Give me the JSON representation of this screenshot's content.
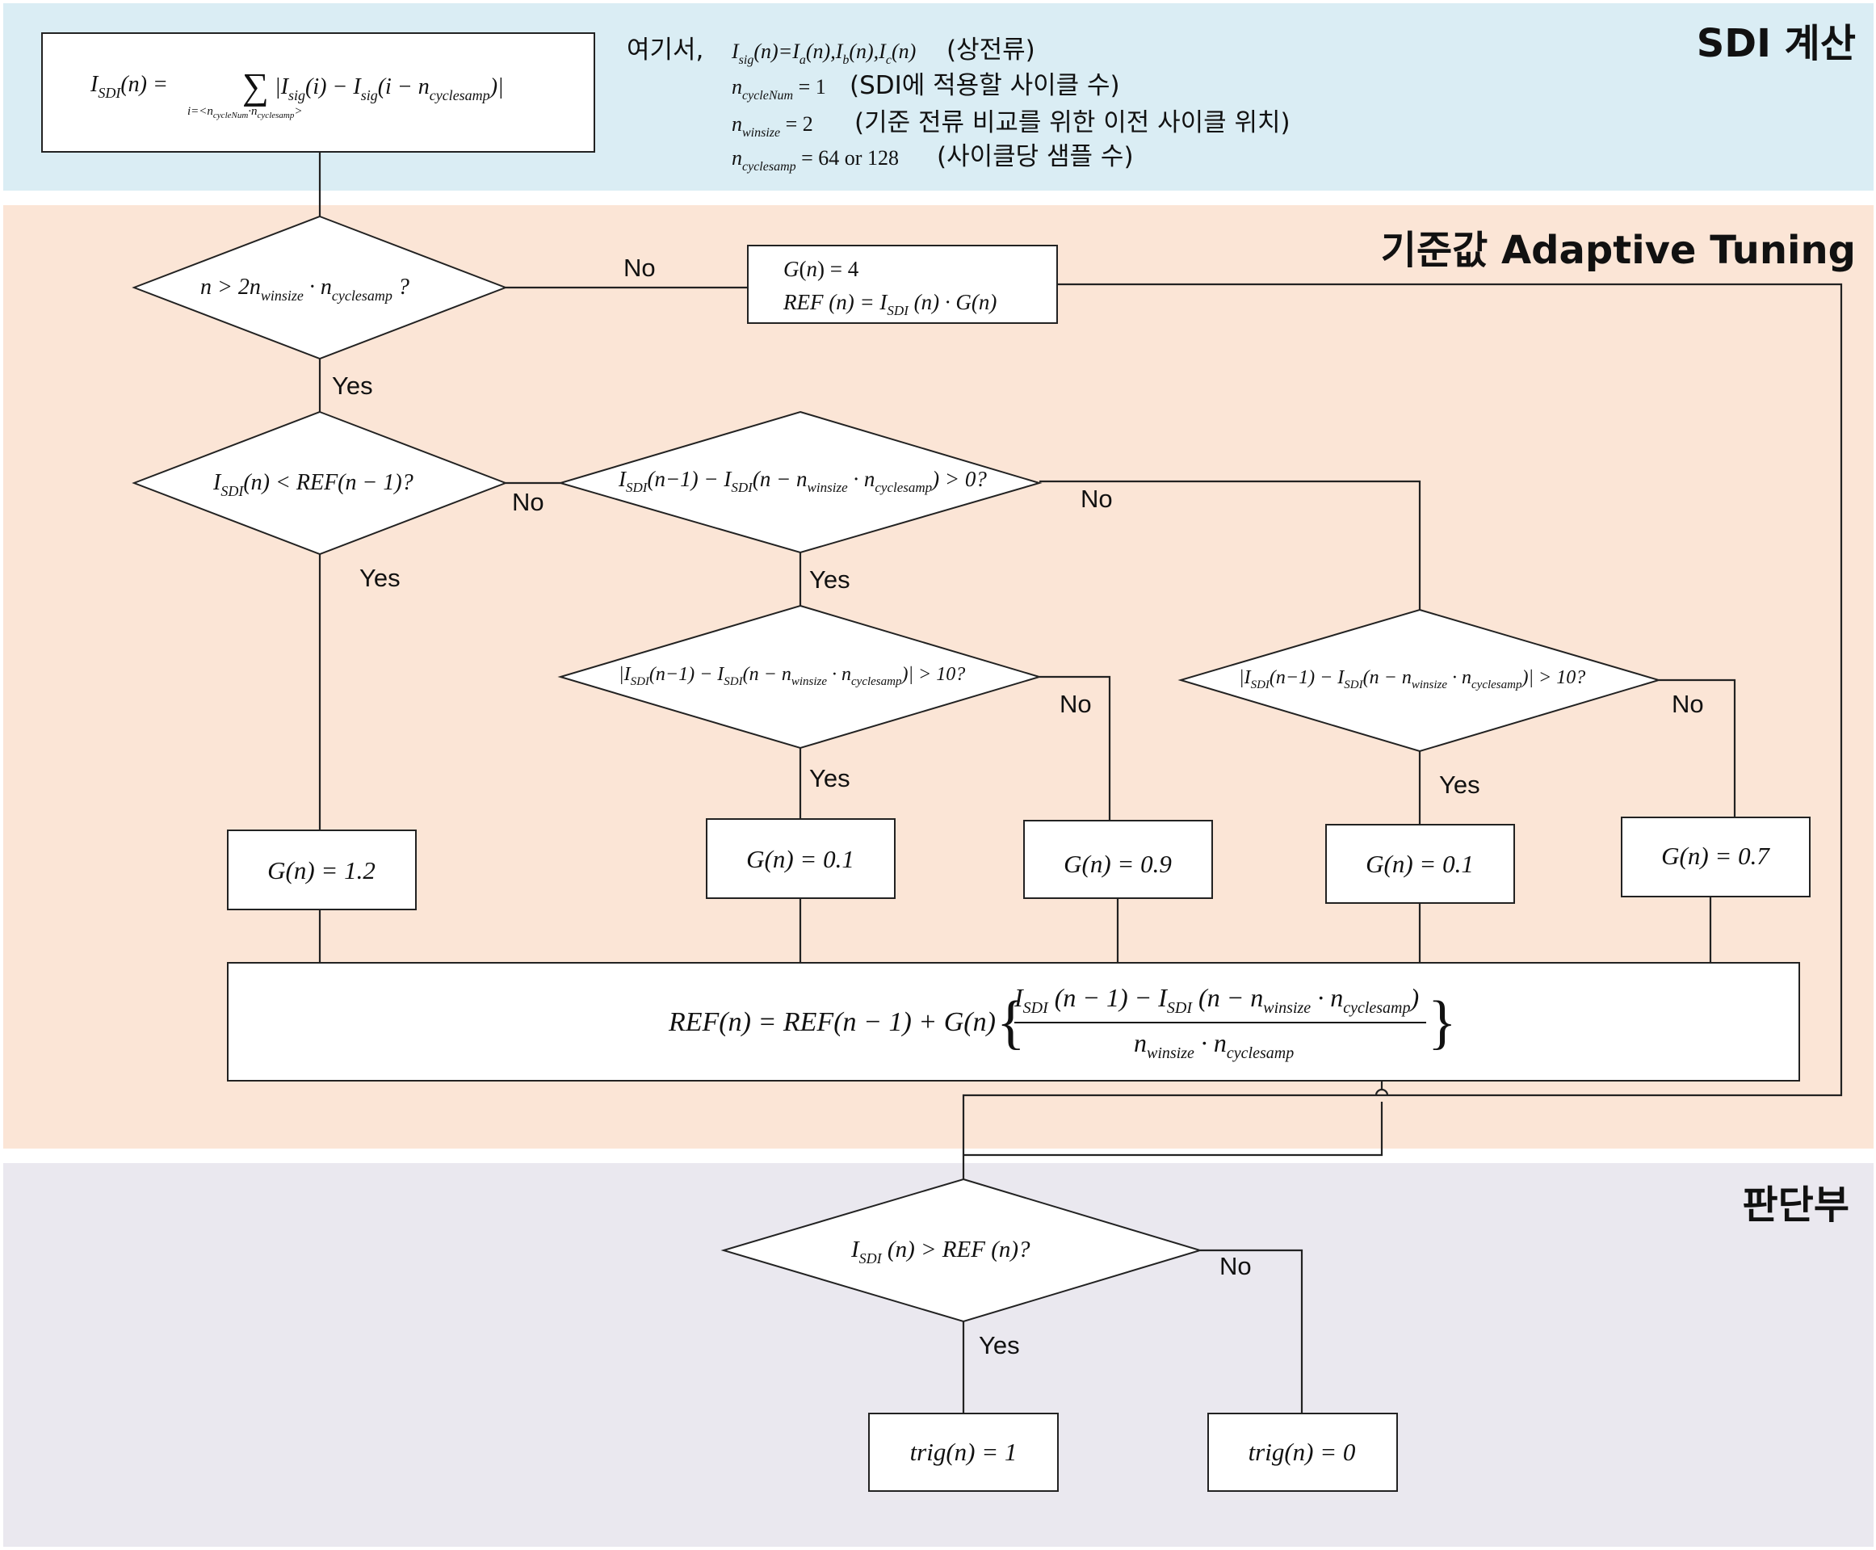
{
  "sections": {
    "sdi": "SDI 계산",
    "tuning": "기준값 Adaptive Tuning",
    "judge": "판단부"
  },
  "colors": {
    "sdi_band": "#daedf4",
    "tuning_band": "#fbe5d6",
    "judge_band": "#eae8ef"
  },
  "sdi_formula": {
    "lhs": "I_SDI(n) =",
    "sum": "∑",
    "body": "| I_sig(i) − I_sig(i − n_cyclesamp) |",
    "range": "i=<n_cycleNum · n_cyclesamp>"
  },
  "notes": {
    "prefix": "여기서,",
    "line1_formula": "I_sig(n)=I_a(n),I_b(n),I_c(n)",
    "line1_desc": "(상전류)",
    "line2_formula": "n_cycleNum = 1",
    "line2_desc": "(SDI에 적용할 사이클 수)",
    "line3_formula": "n_winsize = 2",
    "line3_desc": "(기준 전류 비교를 위한 이전 사이클 위치)",
    "line4_formula": "n_cyclesamp = 64 or 128",
    "line4_desc": "(사이클당 샘플 수)"
  },
  "decisions": {
    "d1": "n > 2n_winsize · n_cyclesamp ?",
    "d2": "I_SDI(n) < REF(n−1)?",
    "d3": "I_SDI(n−1) − I_SDI(n − n_winsize · n_cyclesamp) > 0?",
    "d4": "|I_SDI(n−1) − I_SDI(n − n_winsize · n_cyclesamp)| > 10?",
    "d5": "|I_SDI(n−1) − I_SDI(n − n_winsize · n_cyclesamp)| > 10?",
    "d6": "I_SDI(n) > REF(n)?"
  },
  "processes": {
    "init_g": "G(n) = 4",
    "init_ref": "REF(n) = I_SDI(n) · G(n)",
    "g12": "G(n) = 1.2",
    "g01a": "G(n) = 0.1",
    "g09": "G(n) = 0.9",
    "g01b": "G(n) = 0.1",
    "g07": "G(n) = 0.7",
    "update": "REF(n) = REF(n−1) + G(n){ [I_SDI(n−1) − I_SDI(n − n_winsize · n_cyclesamp)] / (n_winsize · n_cyclesamp) }",
    "trig1": "trig(n) = 1",
    "trig0": "trig(n) = 0"
  },
  "edge_labels": {
    "yes": "Yes",
    "no": "No"
  }
}
